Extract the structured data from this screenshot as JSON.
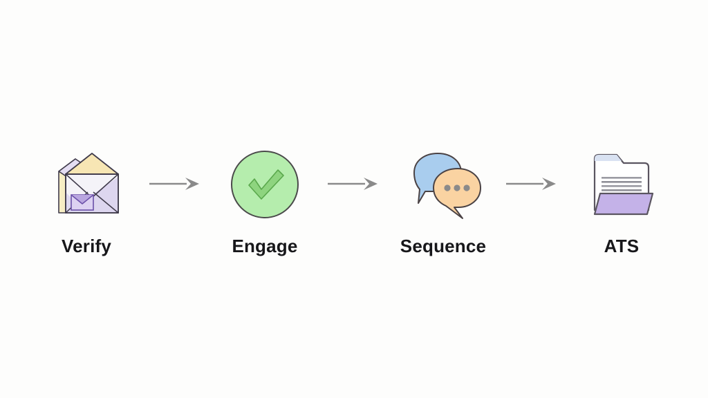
{
  "diagram": {
    "type": "horizontal-process-flow",
    "background_color": "#fdfdfc",
    "label_color": "#17171a",
    "arrow_color": "#8a8a8a",
    "steps": [
      {
        "label": "Verify",
        "icon": "envelope-icon",
        "colors": {
          "flap": "#f7e6b4",
          "body": "#ded9f0",
          "face": "#f4f3f8",
          "mini_envelope": "#c9bbe8",
          "outline": "#3f3a4a"
        }
      },
      {
        "label": "Engage",
        "icon": "check-circle-icon",
        "colors": {
          "circle": "#b5edad",
          "check": "#8ed47f",
          "outline": "#4a4a4a"
        }
      },
      {
        "label": "Sequence",
        "icon": "speech-bubbles-icon",
        "colors": {
          "back_bubble": "#a9cdee",
          "front_bubble": "#fad3a2",
          "dots": "#8a8a8a",
          "outline": "#4a4244"
        }
      },
      {
        "label": "ATS",
        "icon": "folder-document-icon",
        "colors": {
          "folder_front": "#c4b2e8",
          "document": "#ffffff",
          "tab": "#d9e2f2",
          "text_lines": "#9a9aa2",
          "outline": "#5a5560"
        }
      }
    ],
    "arrows": [
      {
        "name": "arrow-verify-to-engage"
      },
      {
        "name": "arrow-engage-to-sequence"
      },
      {
        "name": "arrow-sequence-to-ats"
      }
    ]
  }
}
